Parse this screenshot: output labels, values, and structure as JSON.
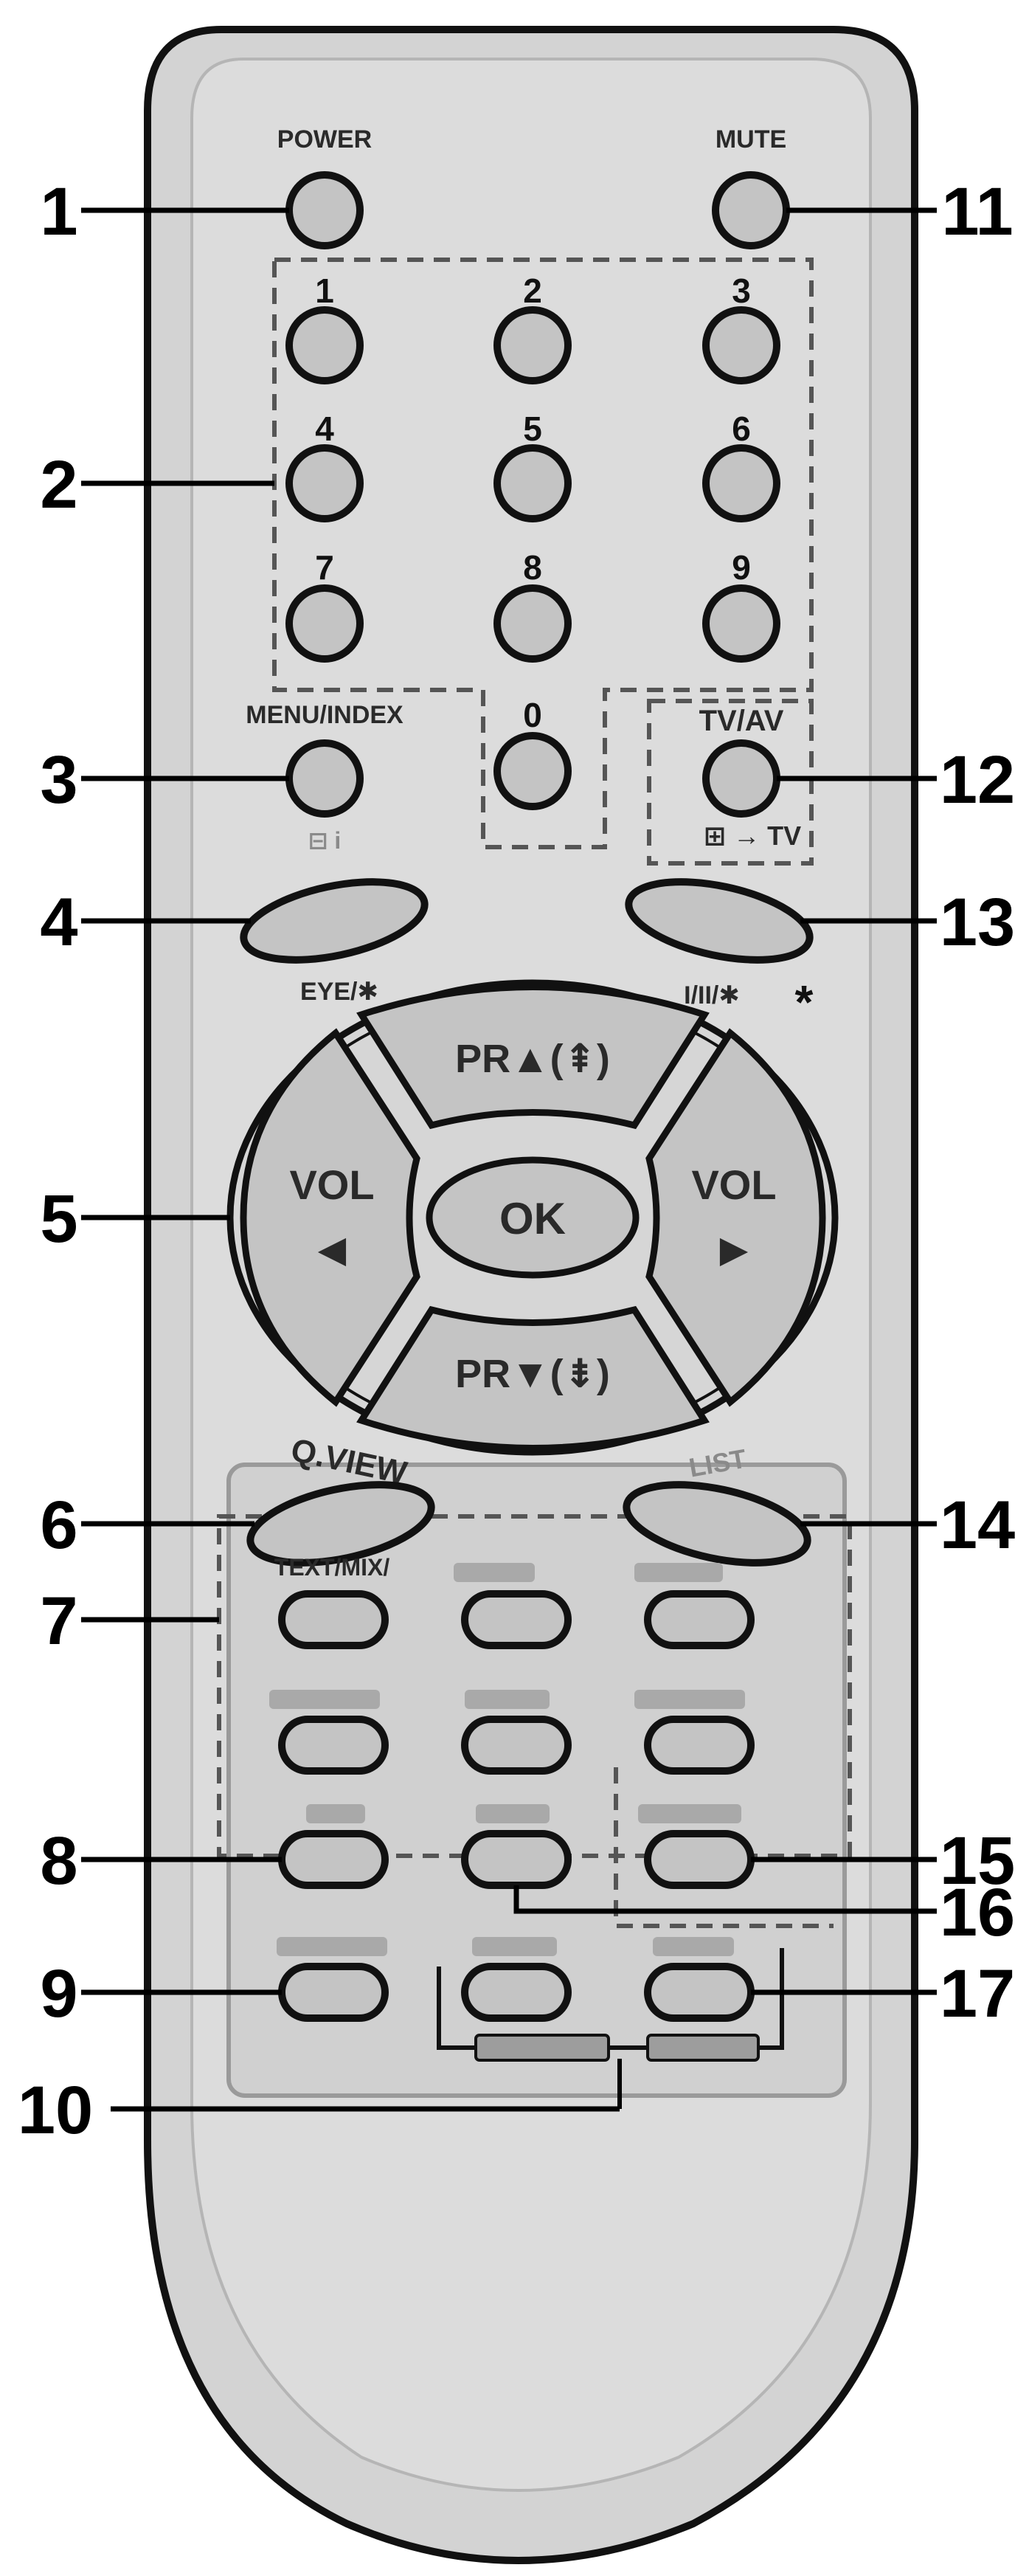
{
  "remote": {
    "labels": {
      "power": "POWER",
      "mute": "MUTE",
      "digits": [
        "1",
        "2",
        "3",
        "4",
        "5",
        "6",
        "7",
        "8",
        "9",
        "0"
      ],
      "menu": "MENU/INDEX",
      "tv_av": "TV/AV",
      "tv_av_sub": "⊞ → TV",
      "eye": "EYE/✱",
      "i_ii": "I/II/✱",
      "pr_up": "PR▲(⇞)",
      "pr_down": "PR▼(⇟)",
      "vol": "VOL",
      "vol_left_arrow": "◀",
      "vol_right_arrow": "▶",
      "ok": "OK",
      "qview": "Q.VIEW",
      "list": "LIST",
      "text_mix": "TEXT/MIX/",
      "asterisk": "*"
    },
    "callouts": [
      "1",
      "2",
      "3",
      "4",
      "5",
      "6",
      "7",
      "8",
      "9",
      "10",
      "11",
      "12",
      "13",
      "14",
      "15",
      "16",
      "17"
    ]
  }
}
